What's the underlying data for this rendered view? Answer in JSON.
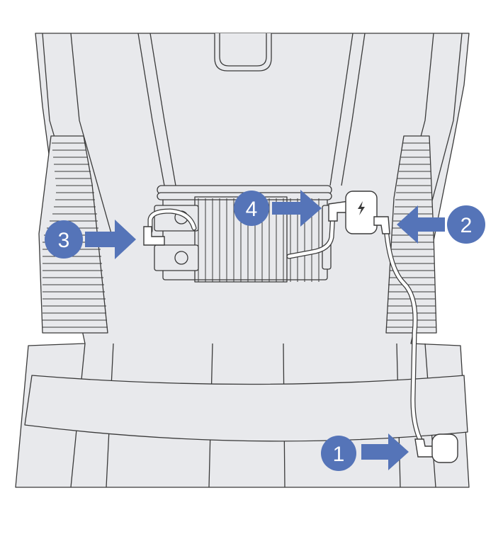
{
  "colors": {
    "background": "#ffffff",
    "garment_fill": "#e8e9ec",
    "garment_stroke": "#3a3a3a",
    "callout": "#5574b8",
    "device_fill": "#ffffff"
  },
  "callouts": [
    {
      "label": "1",
      "arrow_direction": "right"
    },
    {
      "label": "2",
      "arrow_direction": "left"
    },
    {
      "label": "3",
      "arrow_direction": "right"
    },
    {
      "label": "4",
      "arrow_direction": "right"
    }
  ],
  "icons": {
    "battery_icon": "lightning-bolt-icon"
  }
}
